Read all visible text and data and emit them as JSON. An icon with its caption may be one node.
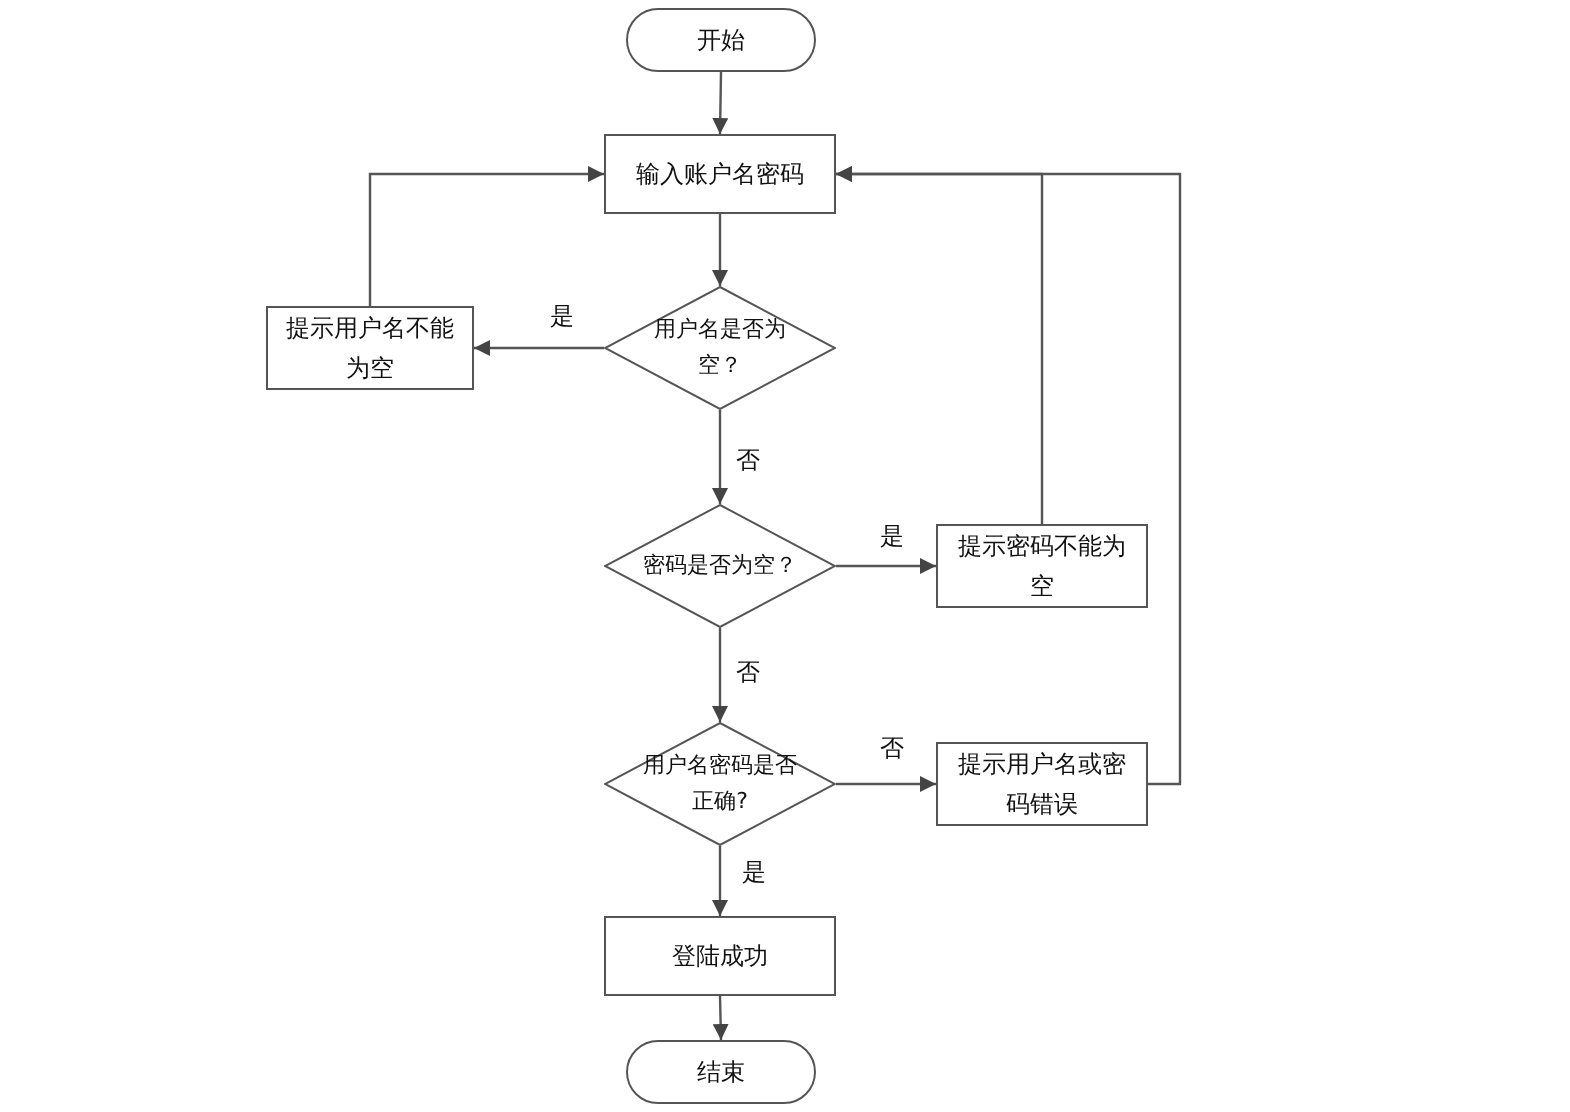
{
  "diagram": {
    "nodes": [
      {
        "text": [
          "开始"
        ]
      },
      {
        "text": [
          "输入账户名密码"
        ]
      },
      {
        "text": [
          "用户名是否为空？"
        ]
      },
      {
        "text": [
          "提示用户名不能为空"
        ]
      },
      {
        "text": [
          "密码是否为空？"
        ]
      },
      {
        "text": [
          "提示密码不能为空"
        ]
      },
      {
        "text": [
          "用户名密码是否正确?"
        ]
      },
      {
        "text": [
          "提示用户名或密码错误"
        ]
      },
      {
        "text": [
          "登陆成功"
        ]
      },
      {
        "text": [
          "结束"
        ]
      }
    ],
    "edges": [
      {
        "from": 0,
        "to": 1,
        "arrow": "to"
      },
      {
        "from": 1,
        "to": 2,
        "arrow": "to"
      },
      {
        "from": 2,
        "to": 3,
        "arrow": "to",
        "label": "是"
      },
      {
        "from": 3,
        "to": 1,
        "arrow": "to"
      },
      {
        "from": 2,
        "to": 4,
        "arrow": "to",
        "label": "否"
      },
      {
        "from": 4,
        "to": 5,
        "arrow": "to",
        "label": "是"
      },
      {
        "from": 5,
        "to": 1,
        "arrow": "to"
      },
      {
        "from": 4,
        "to": 6,
        "arrow": "to",
        "label": "否"
      },
      {
        "from": 6,
        "to": 7,
        "arrow": "to",
        "label": "否"
      },
      {
        "from": 7,
        "to": 1,
        "arrow": "to"
      },
      {
        "from": 6,
        "to": 8,
        "arrow": "to",
        "label": "是"
      },
      {
        "from": 8,
        "to": 9,
        "arrow": "to"
      }
    ]
  }
}
